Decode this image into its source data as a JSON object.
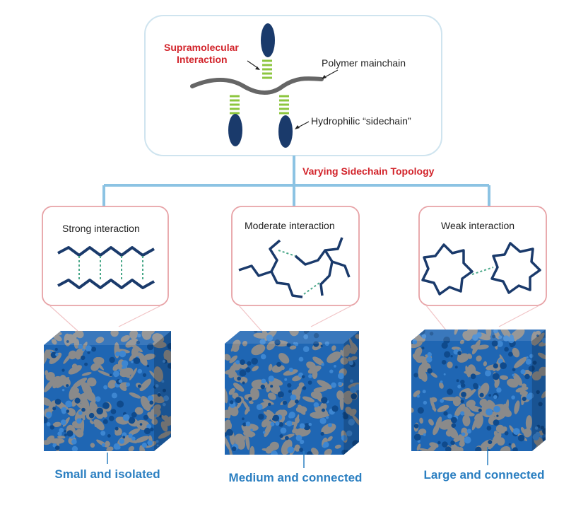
{
  "top_box": {
    "supramolecular_line1": "Supramolecular",
    "supramolecular_line2": "Interaction",
    "mainchain_label": "Polymer mainchain",
    "sidechain_label": "Hydrophilic “sidechain”"
  },
  "topology_label": "Varying Sidechain Topology",
  "panels": [
    {
      "title": "Strong interaction",
      "caption": "Small and isolated"
    },
    {
      "title": "Moderate interaction",
      "caption": "Medium and connected"
    },
    {
      "title": "Weak interaction",
      "caption": "Large and connected"
    }
  ],
  "colors": {
    "red_text": "#d2232a",
    "blue_caption": "#2b7fc1",
    "tree_line": "#8cc3e3",
    "panel_border": "#e7a2a6",
    "top_border": "#cfe4ef",
    "navy": "#1a3a6b",
    "green_dash": "#8dc63f",
    "teal_dash": "#4aa889",
    "domain_blue": "#1f66b3",
    "domain_gray": "#8a8a8a"
  }
}
